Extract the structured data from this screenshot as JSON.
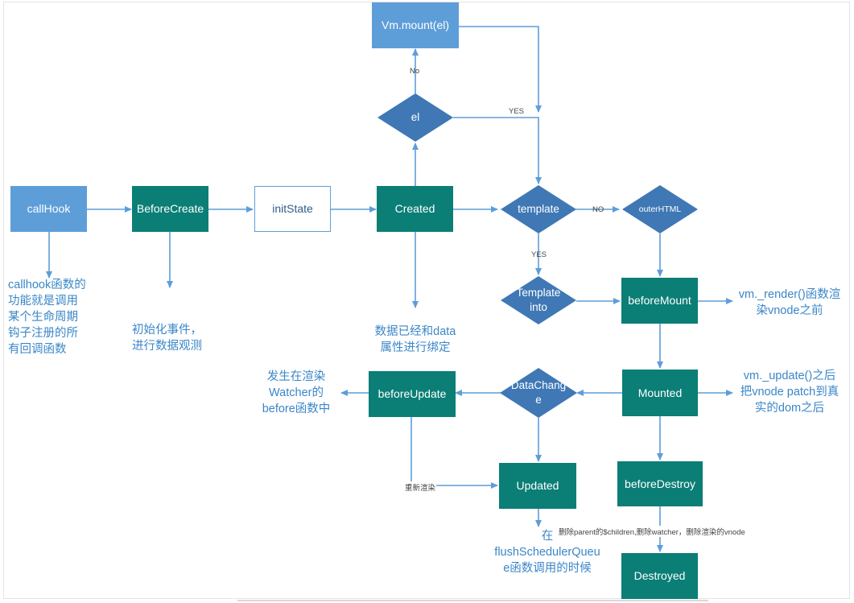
{
  "nodes": {
    "vm_mount": "Vm.mount(el)",
    "callhook": "callHook",
    "before_create": "BeforeCreate",
    "init_state": "initState",
    "created": "Created",
    "el": "el",
    "template": "template",
    "outer_html": "outerHTML",
    "template_into_line1": "Template",
    "template_into_line2": "into",
    "before_mount": "beforeMount",
    "mounted": "Mounted",
    "data_change_line1": "DataChang",
    "data_change_line2": "e",
    "before_update": "beforeUpdate",
    "updated": "Updated",
    "before_destroy": "beforeDestroy",
    "destroyed": "Destroyed"
  },
  "edge_labels": {
    "no_to_mount": "No",
    "yes_from_el": "YES",
    "no_to_outer": "NO",
    "yes_to_template_into": "YES",
    "rerender": "重新渲染",
    "remove_info": "删除parent的$children,删除watcher，删除渲染的vnode"
  },
  "notes": {
    "callhook": [
      "callhook函数的",
      "功能就是调用",
      "某个生命周期",
      "钩子注册的所",
      "有回调函数"
    ],
    "before_create": [
      "初始化事件，",
      "进行数据观测"
    ],
    "created": [
      "数据已经和data",
      "属性进行绑定"
    ],
    "before_mount": [
      "vm._render()函数渲",
      "染vnode之前"
    ],
    "mounted": [
      "vm._update()之后",
      "把vnode patch到真",
      "实的dom之后"
    ],
    "before_update": [
      "发生在渲染",
      "Watcher的",
      "before函数中"
    ],
    "updated": [
      "在",
      "flushSchedulerQueu",
      "e函数调用的时候"
    ]
  },
  "colors": {
    "teal": "#0b7e76",
    "blue": "#5d9ed9",
    "diamond": "#3f78b5",
    "arrow": "#5d9ed9",
    "note_text": "#3a86c8"
  }
}
